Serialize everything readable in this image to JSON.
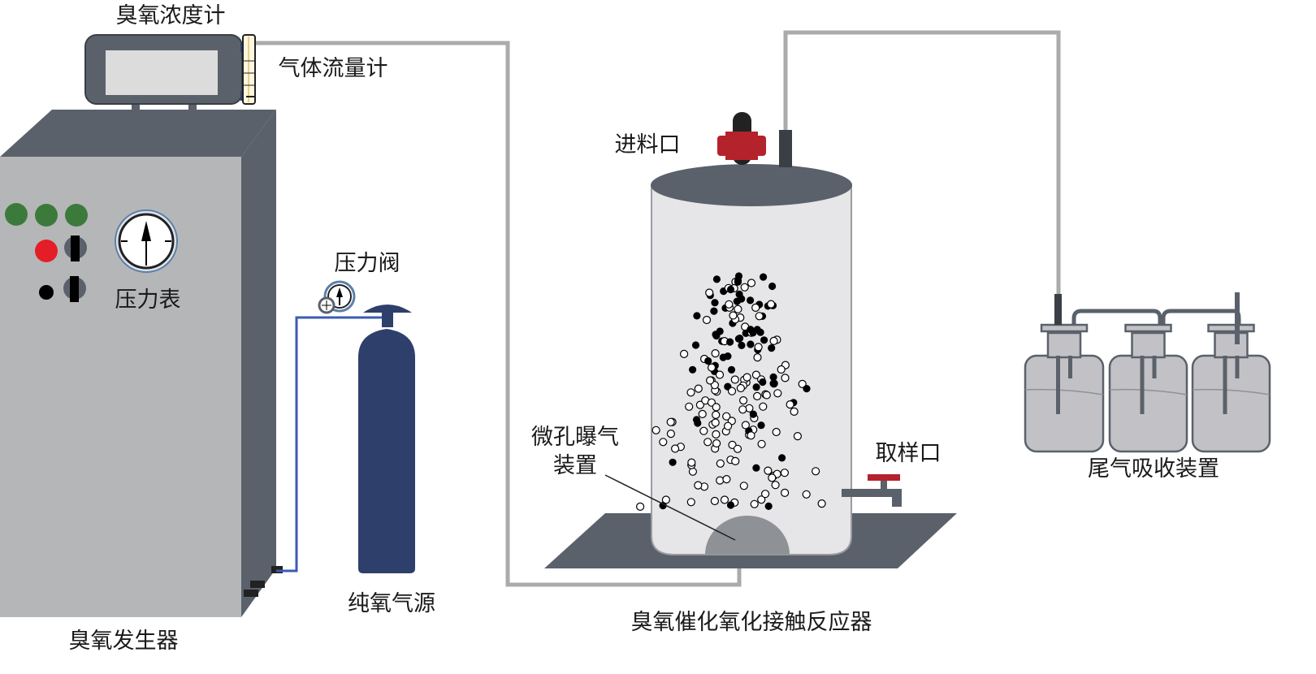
{
  "labels": {
    "ozone_meter": "臭氧浓度计",
    "flow_meter": "气体流量计",
    "pressure_gauge": "压力表",
    "pressure_valve": "压力阀",
    "oxygen_source": "纯氧气源",
    "ozone_generator": "臭氧发生器",
    "feed_port": "进料口",
    "aerator_line1": "微孔曝气",
    "aerator_line2": "装置",
    "sampling_port": "取样口",
    "reactor": "臭氧催化氧化接触反应器",
    "tail_gas": "尾气吸收装置"
  },
  "colors": {
    "equipment": "#5a616b",
    "panel": "#b5b6b8",
    "cylinder": "#2e3f6b",
    "oxygen_line": "#3b5bb5",
    "pipe": "#a9abad",
    "indicator_green": "#3c7a3c",
    "indicator_red": "#e41e26",
    "valve_red": "#b4222b"
  }
}
